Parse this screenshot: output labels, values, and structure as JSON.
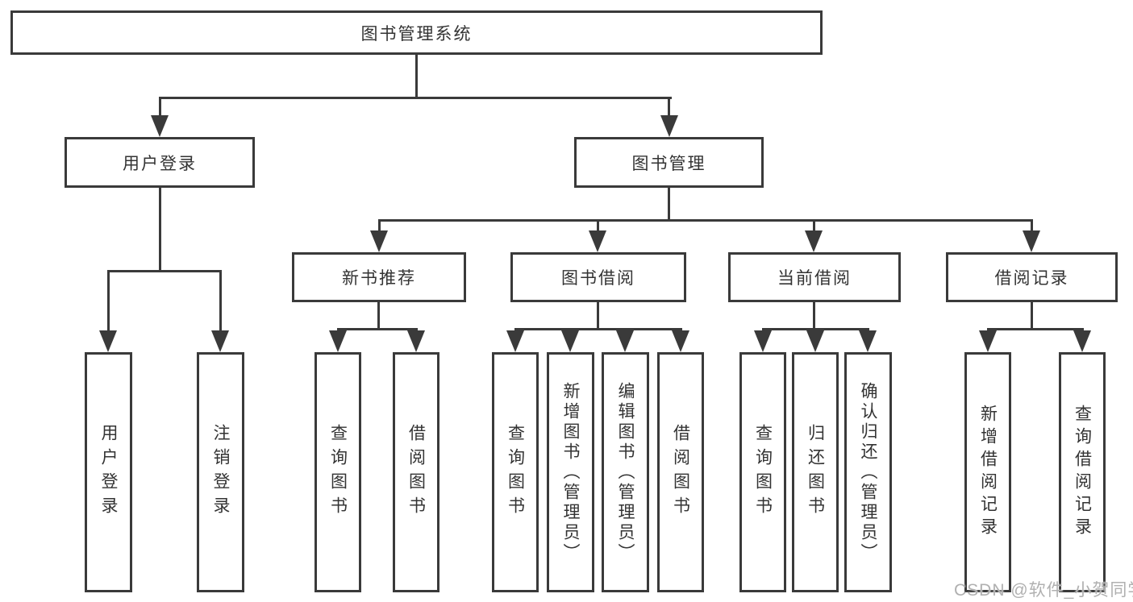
{
  "diagram": {
    "root": "图书管理系统",
    "level1": {
      "user_login": "用户登录",
      "book_mgmt": "图书管理"
    },
    "level2": {
      "new_book_rec": "新书推荐",
      "book_borrow": "图书借阅",
      "current_borrow": "当前借阅",
      "borrow_records": "借阅记录"
    },
    "leaves": {
      "user_login_leaf": "用户登录",
      "logout_leaf": "注销登录",
      "rec_query_books": "查询图书",
      "rec_borrow_books": "借阅图书",
      "bb_query_books": "查询图书",
      "bb_add_books": "新增图书（管理员）",
      "bb_edit_books": "编辑图书（管理员）",
      "bb_borrow_books": "借阅图书",
      "cb_query_books": "查询图书",
      "cb_return_books": "归还图书",
      "cb_confirm_return": "确认归还（管理员）",
      "br_add_record": "新增借阅记录",
      "br_query_record": "查询借阅记录"
    }
  },
  "watermark": "CSDN @软件_小贺同学",
  "colors": {
    "line": "#3a3a3a",
    "text": "#333333",
    "watermark": "#b0b0b0",
    "background": "#ffffff"
  }
}
